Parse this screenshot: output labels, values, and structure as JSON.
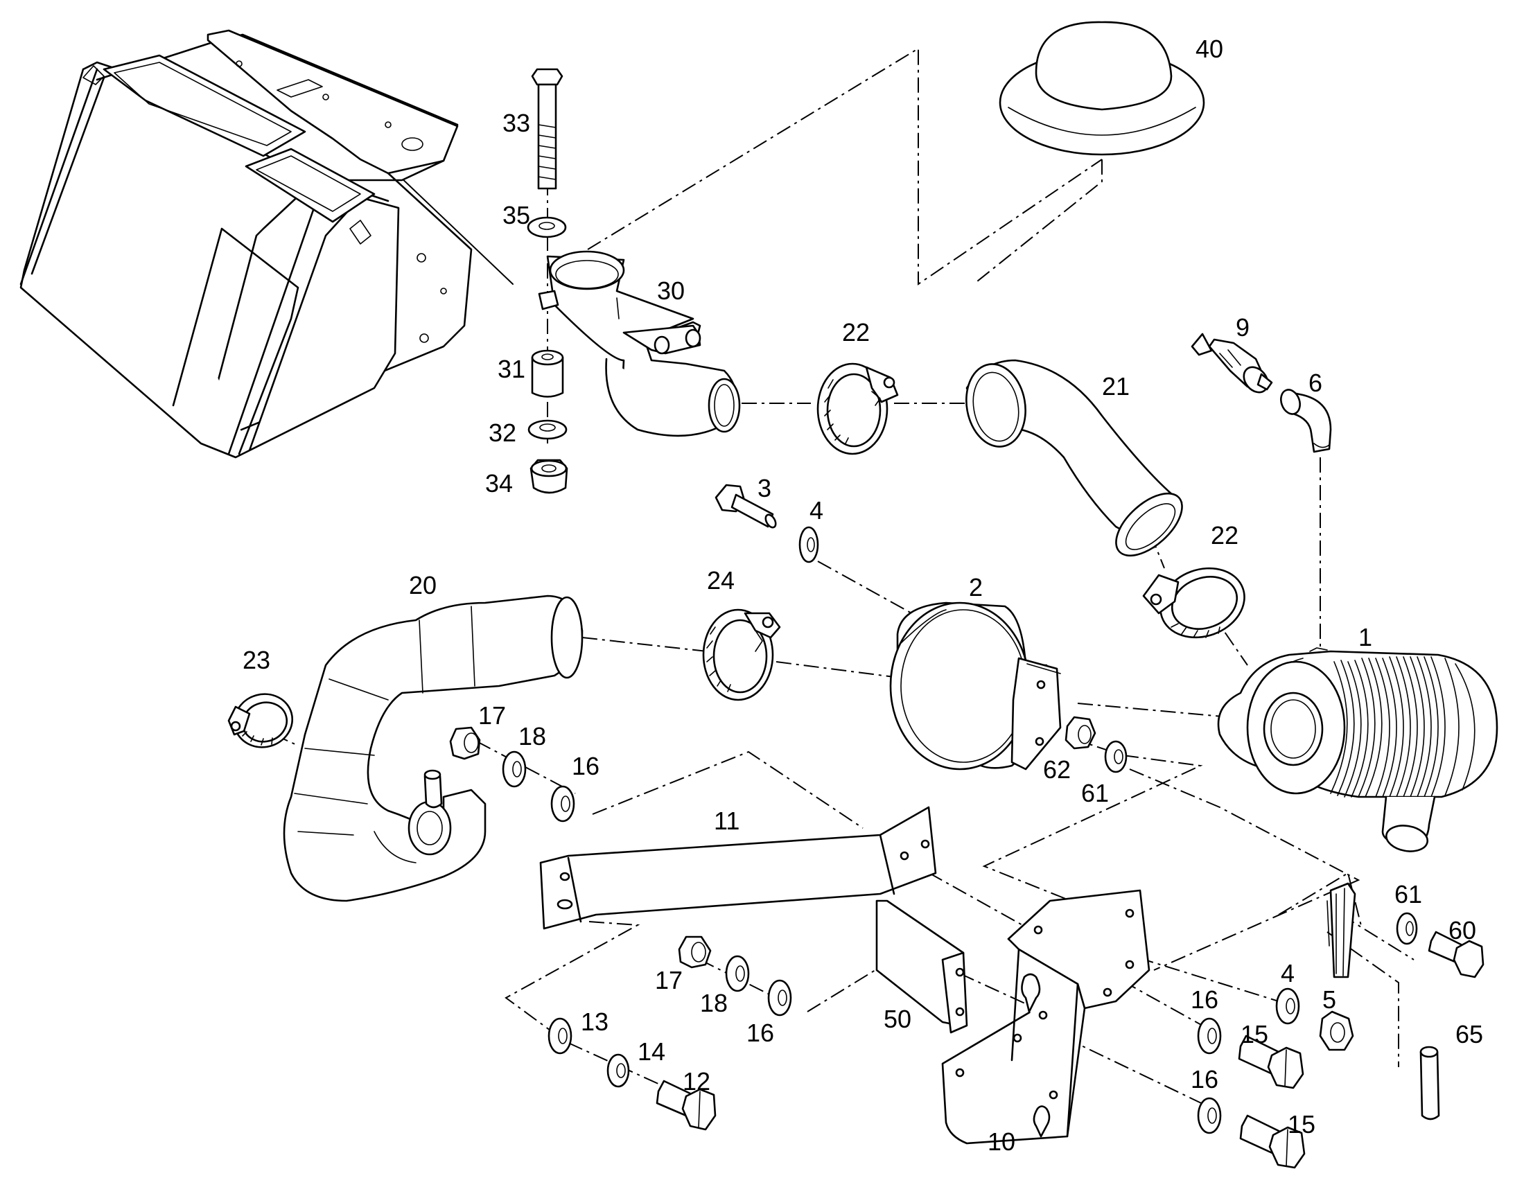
{
  "callouts": {
    "c1": "1",
    "c2": "2",
    "c3": "3",
    "c4a": "4",
    "c4b": "4",
    "c5": "5",
    "c6": "6",
    "c9": "9",
    "c10": "10",
    "c11": "11",
    "c12": "12",
    "c13": "13",
    "c14": "14",
    "c15a": "15",
    "c15b": "15",
    "c16a": "16",
    "c16b": "16",
    "c16c": "16",
    "c16d": "16",
    "c17a": "17",
    "c17b": "17",
    "c18a": "18",
    "c18b": "18",
    "c20": "20",
    "c21": "21",
    "c22a": "22",
    "c22b": "22",
    "c23": "23",
    "c24": "24",
    "c30": "30",
    "c31": "31",
    "c32": "32",
    "c33": "33",
    "c34": "34",
    "c35": "35",
    "c40": "40",
    "c50": "50",
    "c60": "60",
    "c61a": "61",
    "c61b": "61",
    "c62": "62",
    "c65": "65"
  }
}
